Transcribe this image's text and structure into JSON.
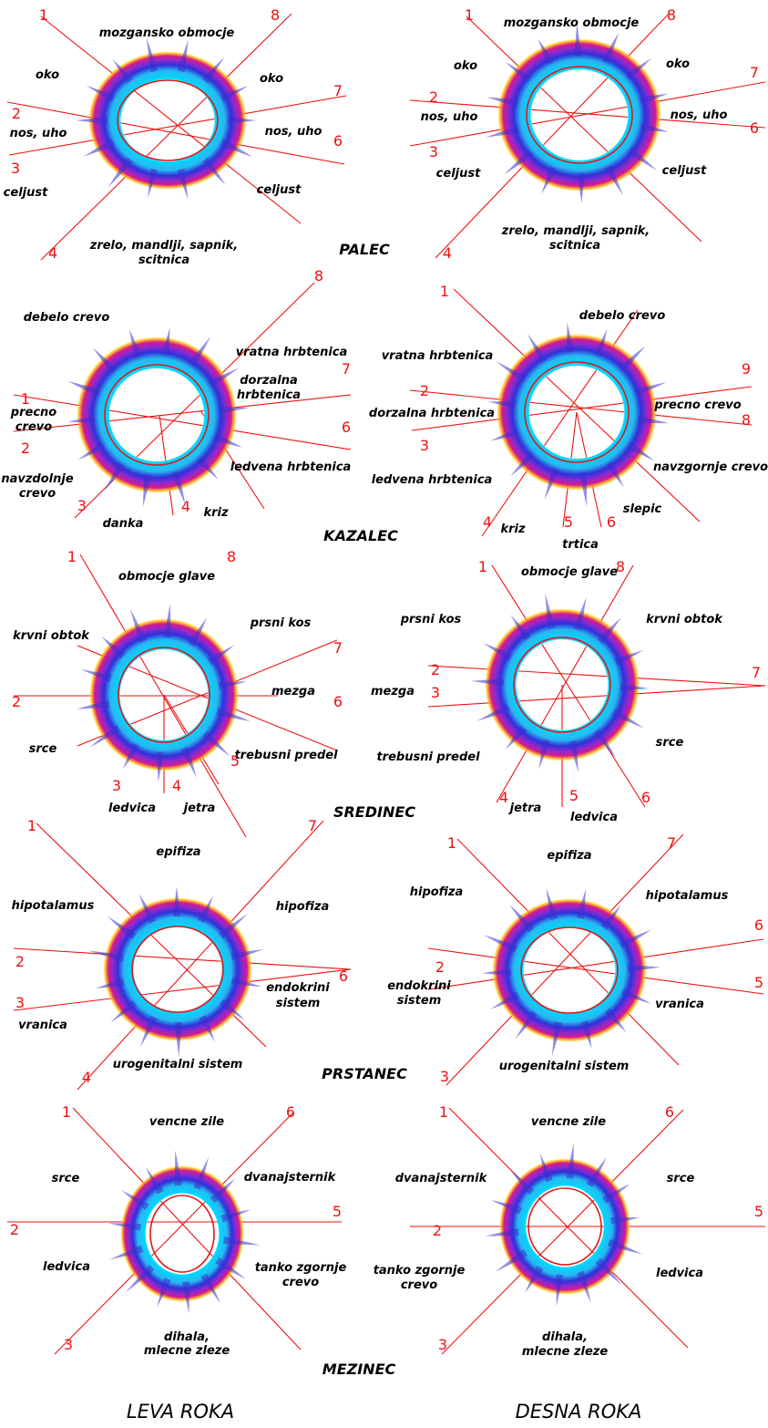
{
  "colors": {
    "rays": "#ee1111",
    "ring_core": "#00d8ff",
    "ring_mid": "#3030d8",
    "ring_outer": "#d81a8a",
    "ring_halo": "#ffd800",
    "text": "#000000"
  },
  "hands": {
    "left": "LEVA ROKA",
    "right": "DESNA ROKA"
  },
  "fingers": [
    {
      "title": "PALEC",
      "left": {
        "labels": [
          "mozgansko obmocje",
          "oko",
          "oko",
          "nos, uho",
          "nos, uho",
          "celjust",
          "celjust",
          "zrelo, mandlji, sapnik,",
          "scitnica"
        ],
        "numbers": [
          "1",
          "8",
          "2",
          "7",
          "3",
          "6",
          "4"
        ]
      },
      "right": {
        "labels": [
          "mozgansko obmocje",
          "oko",
          "oko",
          "nos, uho",
          "nos, uho",
          "celjust",
          "celjust",
          "zrelo, mandlji, sapnik,",
          "scitnica"
        ],
        "numbers": [
          "1",
          "8",
          "7",
          "2",
          "6",
          "3",
          "4"
        ]
      }
    },
    {
      "title": "KAZALEC",
      "left": {
        "labels": [
          "debelo crevo",
          "vratna hrbtenica",
          "dorzalna",
          "hrbtenica",
          "precno",
          "crevo",
          "ledvena hrbtenica",
          "navzdolnje",
          "crevo",
          "danka",
          "kriz"
        ],
        "numbers": [
          "8",
          "7",
          "1",
          "6",
          "2",
          "3",
          "4"
        ]
      },
      "right": {
        "labels": [
          "debelo crevo",
          "vratna hrbtenica",
          "dorzalna hrbtenica",
          "precno crevo",
          "navzgornje crevo",
          "ledvena hrbtenica",
          "slepic",
          "kriz",
          "trtica"
        ],
        "numbers": [
          "1",
          "9",
          "2",
          "8",
          "3",
          "4",
          "5",
          "6"
        ]
      }
    },
    {
      "title": "SREDINEC",
      "left": {
        "labels": [
          "obmocje glave",
          "krvni obtok",
          "prsni kos",
          "mezga",
          "srce",
          "trebusni predel",
          "ledvica",
          "jetra"
        ],
        "numbers": [
          "1",
          "8",
          "7",
          "2",
          "6",
          "3",
          "4",
          "5"
        ]
      },
      "right": {
        "labels": [
          "obmocje glave",
          "prsni kos",
          "krvni obtok",
          "mezga",
          "trebusni predel",
          "srce",
          "jetra",
          "ledvica"
        ],
        "numbers": [
          "1",
          "8",
          "7",
          "2",
          "3",
          "4",
          "5",
          "6"
        ]
      }
    },
    {
      "title": "PRSTANEC",
      "left": {
        "labels": [
          "epifiza",
          "hipotalamus",
          "hipofiza",
          "endokrini",
          "sistem",
          "vranica",
          "urogenitalni sistem"
        ],
        "numbers": [
          "1",
          "7",
          "2",
          "6",
          "3",
          "4"
        ]
      },
      "right": {
        "labels": [
          "epifiza",
          "hipofiza",
          "hipotalamus",
          "endokrini",
          "sistem",
          "vranica",
          "urogenitalni sistem"
        ],
        "numbers": [
          "1",
          "7",
          "6",
          "2",
          "5",
          "3"
        ]
      }
    },
    {
      "title": "MEZINEC",
      "left": {
        "labels": [
          "vencne zile",
          "srce",
          "dvanajsternik",
          "ledvica",
          "tanko zgornje",
          "crevo",
          "dihala,",
          "mlecne zleze"
        ],
        "numbers": [
          "1",
          "6",
          "5",
          "2",
          "3"
        ]
      },
      "right": {
        "labels": [
          "vencne zile",
          "dvanajsternik",
          "srce",
          "tanko zgornje",
          "crevo",
          "ledvica",
          "dihala,",
          "mlecne zleze"
        ],
        "numbers": [
          "1",
          "6",
          "5",
          "2",
          "3"
        ]
      }
    }
  ]
}
